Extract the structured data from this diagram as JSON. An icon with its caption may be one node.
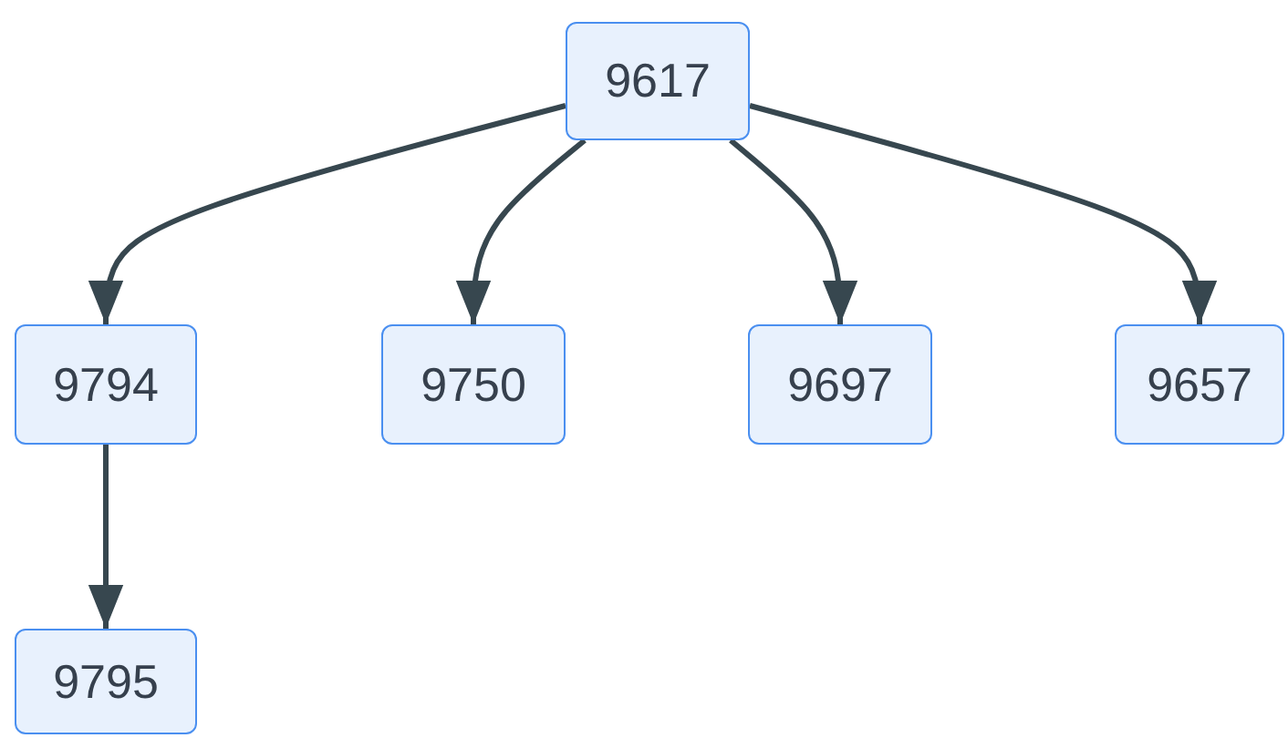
{
  "diagram": {
    "nodes": [
      {
        "text": [
          "9617"
        ]
      },
      {
        "text": [
          "9794"
        ]
      },
      {
        "text": [
          "9750"
        ]
      },
      {
        "text": [
          "9697"
        ]
      },
      {
        "text": [
          "9657"
        ]
      },
      {
        "text": [
          "9795"
        ]
      }
    ],
    "edges": [
      {
        "from": 0,
        "to": 1,
        "arrow": "to"
      },
      {
        "from": 0,
        "to": 2,
        "arrow": "to"
      },
      {
        "from": 0,
        "to": 3,
        "arrow": "to"
      },
      {
        "from": 0,
        "to": 4,
        "arrow": "to"
      },
      {
        "from": 1,
        "to": 5,
        "arrow": "to"
      }
    ]
  }
}
